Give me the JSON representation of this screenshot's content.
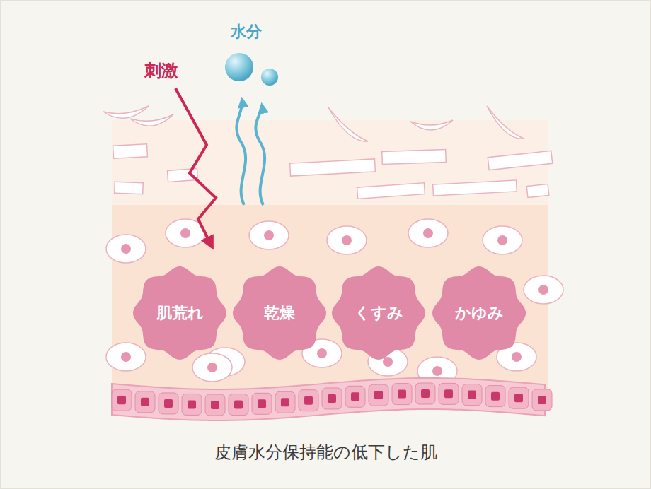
{
  "diagram": {
    "caption": "皮膚水分保持能の低下した肌",
    "nodes": [
      {
        "text": [
          "肌荒れ"
        ]
      },
      {
        "text": [
          "乾燥"
        ]
      },
      {
        "text": [
          "くすみ"
        ]
      },
      {
        "text": [
          "かゆみ"
        ]
      }
    ],
    "labels": [
      "刺激",
      "水分"
    ]
  }
}
